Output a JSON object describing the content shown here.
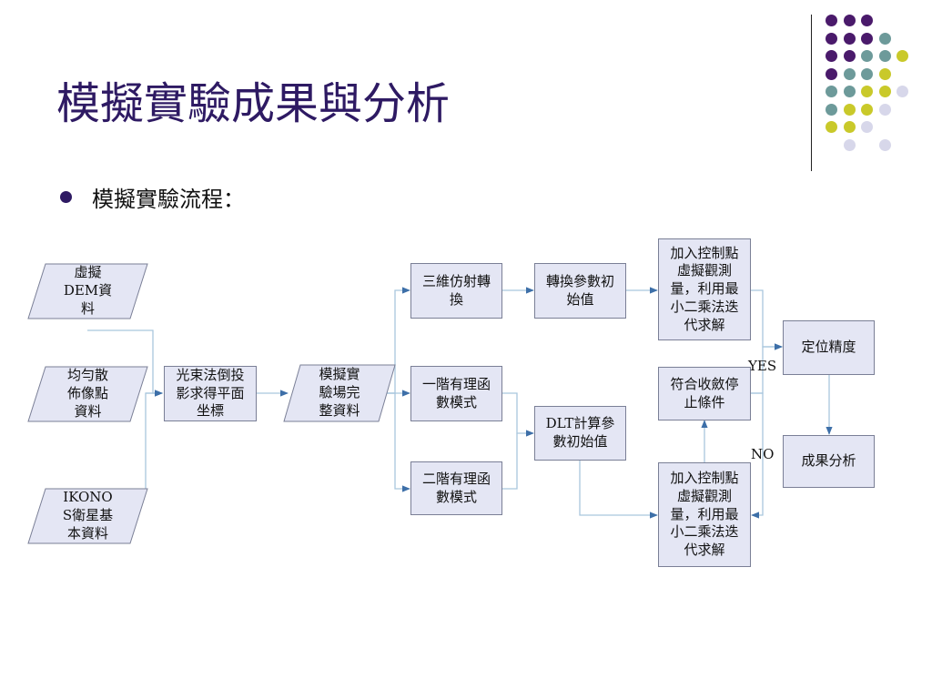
{
  "slide": {
    "title": "模擬實驗成果與分析",
    "bullet": "模擬實驗流程："
  },
  "decoration": {
    "dot_colors": [
      "#4a1a6b",
      "#6d9a9a",
      "#c9c92a",
      "#d7d7ea"
    ],
    "dot_grid": [
      "111....",
      "1112...",
      "11223..",
      "1223...",
      "22334..",
      "2334...",
      "334....",
      ".4.4..."
    ]
  },
  "diagram": {
    "nodes": {
      "dem": "虛擬\nDEM資\n料",
      "uniform_pts": "均勻散\n佈像點\n資料",
      "ikonos": "IKONO\nS衛星基\n本資料",
      "bundle": "光束法倒投\n影求得平面\n坐標",
      "sim_complete": "模擬實\n驗場完\n整資料",
      "affine3d": "三維仿射轉\n換",
      "convert_init": "轉換參數初\n始值",
      "first_order": "一階有理函\n數模式",
      "second_order": "二階有理函\n數模式",
      "dlt": "DLT計算參\n數初始值",
      "lsq_top": "加入控制點\n虛擬觀測\n量，利用最\n小二乘法迭\n代求解",
      "converge": "符合收斂停\n止條件",
      "lsq_bottom": "加入控制點\n虛擬觀測\n量，利用最\n小二乘法迭\n代求解",
      "accuracy": "定位精度",
      "analysis": "成果分析"
    },
    "labels": {
      "yes": "YES",
      "no": "NO"
    }
  },
  "colors": {
    "title": "#2e1a63",
    "node_fill": "#e4e6f4",
    "node_border": "#7a7f96",
    "connector": "#a9c6dd",
    "arrowhead": "#3d6fa8"
  }
}
